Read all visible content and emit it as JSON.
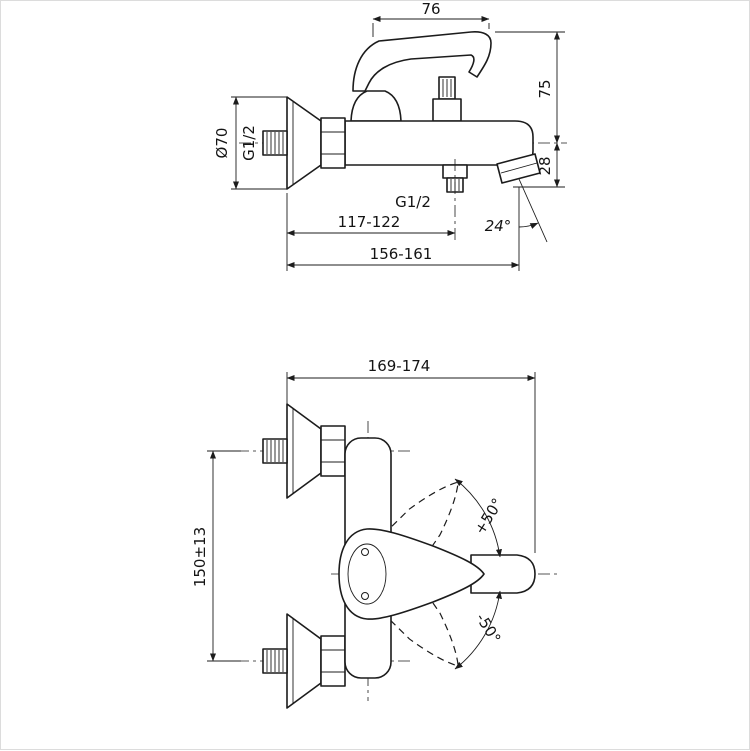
{
  "drawing": {
    "title": "wall-mounted bath shower mixer technical drawing",
    "colors": {
      "line": "#1c1c1c",
      "background": "#ffffff"
    },
    "side_view": {
      "dim_handle_length": "76",
      "dim_height_above_center": "75",
      "dim_spout_drop": "28",
      "dim_escutcheon_diameter": "Ø70",
      "dim_wall_thread": "G1/2",
      "dim_shower_outlet_thread": "G1/2",
      "dim_wall_to_outlet": "117-122",
      "dim_wall_to_spout_tip": "156-161",
      "dim_spout_angle": "24°"
    },
    "plan_view": {
      "dim_overall_reach": "169-174",
      "dim_connection_centers": "150±13",
      "dim_handle_swing_up": "+50°",
      "dim_handle_swing_down": "-50°"
    }
  }
}
